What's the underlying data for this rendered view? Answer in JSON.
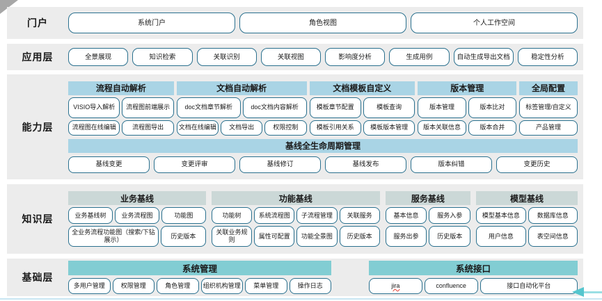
{
  "portal": {
    "label": "门户",
    "items": [
      "系统门户",
      "角色视图",
      "个人工作空间"
    ]
  },
  "application": {
    "label": "应用层",
    "items": [
      "全景展现",
      "知识检索",
      "关联识别",
      "关联视图",
      "影响度分析",
      "生成用例",
      "自动生成导出文档",
      "稳定性分析"
    ]
  },
  "capability": {
    "label": "能力层",
    "groups": [
      {
        "title": "流程自动解析",
        "rows": [
          [
            "VISIO导入解析",
            "流程图前端展示"
          ],
          [
            "流程图在线编辑",
            "流程图导出"
          ]
        ]
      },
      {
        "title": "文档自动解析",
        "rows": [
          [
            "doc文档章节解析",
            "doc文档内容解析"
          ],
          [
            "文档在线编辑",
            "文档导出",
            "权限控制"
          ]
        ]
      },
      {
        "title": "文档模板自定义",
        "rows": [
          [
            "模板章节配置",
            "模板查询"
          ],
          [
            "模板引用关系",
            "模板版本管理"
          ]
        ]
      },
      {
        "title": "版本管理",
        "rows": [
          [
            "版本管理",
            "版本比对"
          ],
          [
            "版本关联信息",
            "版本合并"
          ]
        ]
      },
      {
        "title": "全局配置",
        "rows": [
          [
            "标签管理/自定义"
          ],
          [
            "产品管理"
          ]
        ]
      }
    ],
    "baseline": {
      "title": "基线全生命周期管理",
      "items": [
        "基线变更",
        "变更评审",
        "基线修订",
        "基线发布",
        "版本纠错",
        "变更历史"
      ]
    }
  },
  "knowledge": {
    "label": "知识层",
    "groups": [
      {
        "title": "业务基线",
        "rows": [
          [
            "业务基线树",
            "业务流程图",
            "功能图"
          ],
          [
            "全业务流程功能图（搜索/下钻展示）",
            "历史版本"
          ]
        ]
      },
      {
        "title": "功能基线",
        "rows": [
          [
            "功能树",
            "系统流程图",
            "子流程管理",
            "关联服务"
          ],
          [
            "关联业务规则",
            "属性可配置",
            "功能全景图",
            "历史版本"
          ]
        ]
      },
      {
        "title": "服务基线",
        "rows": [
          [
            "基本信息",
            "服务入参"
          ],
          [
            "服务出参",
            "历史版本"
          ]
        ]
      },
      {
        "title": "模型基线",
        "rows": [
          [
            "模型基本信息",
            "数据库信息"
          ],
          [
            "用户信息",
            "表空间信息"
          ]
        ]
      }
    ]
  },
  "base": {
    "label": "基础层",
    "groups": [
      {
        "title": "系统管理",
        "rows": [
          [
            "多用户管理",
            "权限管理",
            "角色管理",
            "组织机构管理",
            "菜单管理",
            "操作日志"
          ]
        ]
      },
      {
        "title": "系统接口",
        "rows": [
          [
            "jira",
            "confluence",
            "接口自动化平台"
          ]
        ]
      }
    ]
  },
  "ui": {
    "spellcheck_item": "jira"
  },
  "colors": {
    "band_bg": "#ECECEC",
    "box_border": "#2A708E",
    "header_blue": "#A9D4E5",
    "header_gray": "#CBD8D7",
    "header_teal": "#82CDD3",
    "arrow": "#55C6CE",
    "spellcheck": "#E0392F"
  }
}
